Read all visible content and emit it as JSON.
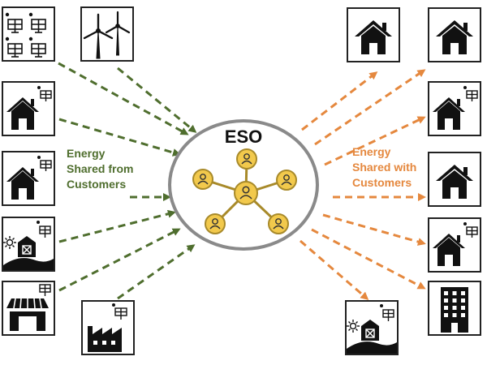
{
  "center": {
    "title": "ESO"
  },
  "labels": {
    "left": [
      "Energy",
      "Shared from",
      "Customers"
    ],
    "right": [
      "Energy",
      "Shared with",
      "Customers"
    ]
  },
  "colors": {
    "incoming_arrows": "#4f6e2e",
    "outgoing_arrows": "#e5883e",
    "network_nodes": "#f2c94c",
    "icons": "#111111",
    "hub_border": "#8a8a8a"
  },
  "sources": [
    {
      "icon": "solar-panels-icon"
    },
    {
      "icon": "wind-turbines-icon"
    },
    {
      "icon": "house-solar-icon"
    },
    {
      "icon": "house-solar-icon"
    },
    {
      "icon": "farm-solar-icon"
    },
    {
      "icon": "shop-solar-icon"
    },
    {
      "icon": "factory-solar-icon"
    }
  ],
  "consumers": [
    {
      "icon": "house-icon"
    },
    {
      "icon": "house-icon"
    },
    {
      "icon": "house-solar-icon"
    },
    {
      "icon": "house-icon"
    },
    {
      "icon": "house-solar-icon"
    },
    {
      "icon": "farm-solar-icon"
    },
    {
      "icon": "apartment-building-icon"
    }
  ]
}
